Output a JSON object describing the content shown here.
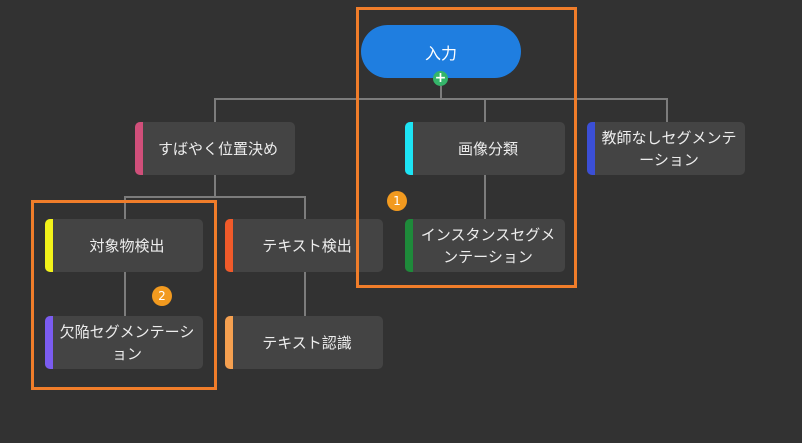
{
  "root": {
    "label": "入力",
    "color": "#1f7ee0"
  },
  "expand_icon": "plus-icon",
  "nodes": {
    "quick_locate": {
      "label": "すばやく位置決め",
      "color": "#d04f7a"
    },
    "image_classification": {
      "label": "画像分類",
      "color": "#1de4f4"
    },
    "unsupervised_seg": {
      "label": "教師なしセグメンテーション",
      "color": "#3b4fd6"
    },
    "object_detection": {
      "label": "対象物検出",
      "color": "#f2f21a"
    },
    "text_detection": {
      "label": "テキスト検出",
      "color": "#f05a2a"
    },
    "instance_seg": {
      "label": "インスタンスセグメンテーション",
      "color": "#1e8a3a"
    },
    "defect_seg": {
      "label": "欠陥セグメンテーション",
      "color": "#7b5cf0"
    },
    "text_recognition": {
      "label": "テキスト認識",
      "color": "#f5a050"
    }
  },
  "highlights": [
    {
      "badge": "1",
      "color": "#f07d2a"
    },
    {
      "badge": "2",
      "color": "#f07d2a"
    }
  ],
  "badge_color": "#f29a1f",
  "line_color": "#7c7c7c"
}
